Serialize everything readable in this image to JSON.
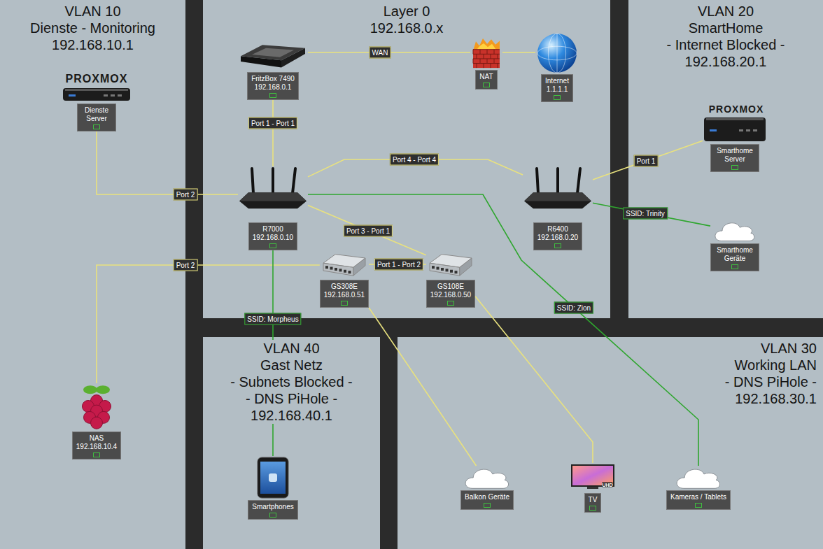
{
  "diagram": {
    "nodes": [
      {
        "text": [
          "VLAN 10",
          "Dienste - Monitoring",
          "192.168.10.1"
        ]
      },
      {
        "text": [
          "Dienste Server"
        ],
        "in": 0
      },
      {
        "text": [
          "NAS",
          "192.168.10.4"
        ],
        "in": 0
      },
      {
        "text": [
          "Layer 0",
          "192.168.0.x"
        ]
      },
      {
        "text": [
          "FritzBox 7490",
          "192.168.0.1"
        ],
        "in": 3
      },
      {
        "text": [
          "NAT"
        ],
        "in": 3
      },
      {
        "text": [
          "Internet",
          "1.1.1.1"
        ],
        "in": 3
      },
      {
        "text": [
          "R7000",
          "192.168.0.10"
        ],
        "in": 3
      },
      {
        "text": [
          "R6400",
          "192.168.0.20"
        ],
        "in": 3
      },
      {
        "text": [
          "GS308E",
          "192.168.0.51"
        ],
        "in": 3
      },
      {
        "text": [
          "GS108E",
          "192.168.0.50"
        ],
        "in": 3
      },
      {
        "text": [
          "VLAN 20",
          "SmartHome",
          "- Internet Blocked -",
          "192.168.20.1"
        ]
      },
      {
        "text": [
          "Smarthome Server"
        ],
        "in": 11
      },
      {
        "text": [
          "Smarthome Geräte"
        ],
        "in": 11
      },
      {
        "text": [
          "VLAN 40",
          "Gast Netz",
          "- Subnets Blocked -",
          "- DNS PiHole -",
          "192.168.40.1"
        ]
      },
      {
        "text": [
          "Smartphones"
        ],
        "in": 14
      },
      {
        "text": [
          "VLAN 30",
          "Working LAN",
          "- DNS PiHole -",
          "192.168.30.1"
        ]
      },
      {
        "text": [
          "Balkon Geräte"
        ],
        "in": 16
      },
      {
        "text": [
          "TV"
        ],
        "in": 16
      },
      {
        "text": [
          "Kameras / Tablets"
        ],
        "in": 16
      }
    ],
    "edges": [
      {
        "from": 4,
        "to": 5,
        "label": "WAN",
        "arrow": "none"
      },
      {
        "from": 5,
        "to": 6,
        "arrow": "none"
      },
      {
        "from": 4,
        "to": 7,
        "label": "Port 1 - Port 1",
        "arrow": "none"
      },
      {
        "from": 7,
        "to": 8,
        "label": "Port 4 - Port 4",
        "arrow": "none"
      },
      {
        "from": 7,
        "to": 1,
        "label": "Port 2",
        "arrow": "none"
      },
      {
        "from": 7,
        "to": 10,
        "label": "Port 3 - Port 1",
        "arrow": "none"
      },
      {
        "from": 9,
        "to": 10,
        "label": "Port 1 - Port 2",
        "arrow": "none"
      },
      {
        "from": 9,
        "to": 2,
        "label": "Port 2",
        "arrow": "none"
      },
      {
        "from": 8,
        "to": 12,
        "label": "Port 1",
        "arrow": "none"
      },
      {
        "from": 8,
        "to": 13,
        "label": "SSID: Trinity",
        "arrow": "none"
      },
      {
        "from": 7,
        "to": 15,
        "label": "SSID: Morpheus",
        "arrow": "none"
      },
      {
        "from": 7,
        "to": 19,
        "label": "SSID: Zion",
        "arrow": "none"
      },
      {
        "from": 9,
        "to": 17,
        "arrow": "none"
      },
      {
        "from": 10,
        "to": 18,
        "arrow": "none"
      }
    ],
    "labels": [
      "PROXMOX",
      "PROXMOX",
      "UHD"
    ]
  }
}
